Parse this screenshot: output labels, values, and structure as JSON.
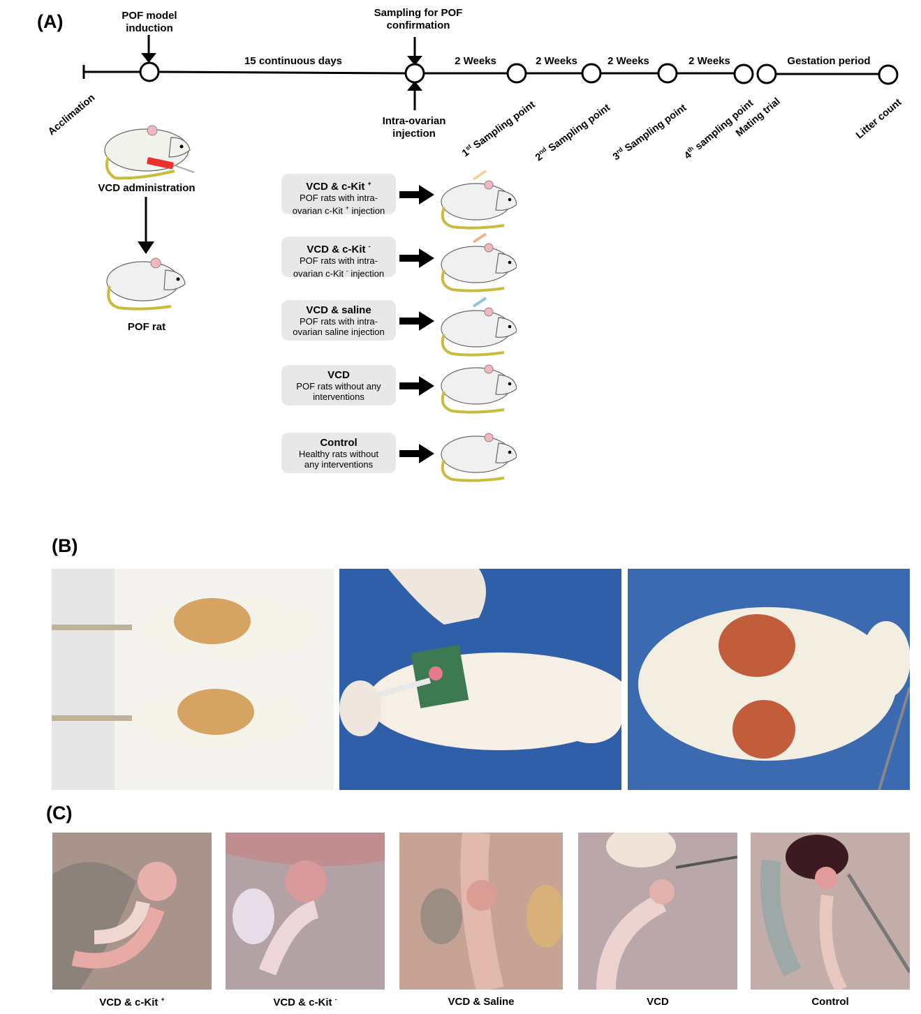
{
  "panel_labels": {
    "a": "(A)",
    "b": "(B)",
    "c": "(C)"
  },
  "timeline": {
    "top_labels": {
      "pof_model_induction": "POF model\ninduction",
      "sampling_for_pof": "Sampling for POF\nconfirmation",
      "fifteen_days": "15 continuous days",
      "weeks_1": "2 Weeks",
      "weeks_2": "2 Weeks",
      "weeks_3": "2 Weeks",
      "weeks_4": "2 Weeks",
      "gestation": "Gestation period"
    },
    "bottom_labels": {
      "acclimation": "Acclimation",
      "intra_ovarian": "Intra-ovarian\ninjection",
      "sp1_num": "1",
      "sp1_sup": "st",
      "sp1_text": " Sampling point",
      "sp2_num": "2",
      "sp2_sup": "nd",
      "sp2_text": " Sampling point",
      "sp3_num": "3",
      "sp3_sup": "rd",
      "sp3_text": " Sampling point",
      "sp4_num": "4",
      "sp4_sup": "th",
      "sp4_text": " sampling point",
      "mating": "Mating trial",
      "litter": "Litter count"
    }
  },
  "left_flow": {
    "vcd_admin": "VCD administration",
    "pof_rat": "POF rat"
  },
  "groups": [
    {
      "title": "VCD & c-Kit",
      "title_sup": "+",
      "desc1": "POF rats with intra-",
      "desc2": "ovarian c-Kit",
      "desc2_sup": "+",
      "desc2_end": " injection",
      "syringe": "#f3d39a"
    },
    {
      "title": "VCD & c-Kit",
      "title_sup": "-",
      "desc1": "POF rats with intra-",
      "desc2": "ovarian c-Kit",
      "desc2_sup": "-",
      "desc2_end": " injection",
      "syringe": "#f0b38a"
    },
    {
      "title": "VCD & saline",
      "title_sup": "",
      "desc1": "POF rats with intra-",
      "desc2": "ovarian saline injection",
      "desc2_sup": "",
      "desc2_end": "",
      "syringe": "#8fc4e0"
    },
    {
      "title": "VCD",
      "title_sup": "",
      "desc1": "POF rats without any",
      "desc2": "interventions",
      "desc2_sup": "",
      "desc2_end": "",
      "syringe": ""
    },
    {
      "title": "Control",
      "title_sup": "",
      "desc1": "Healthy rats without",
      "desc2": "any interventions",
      "desc2_sup": "",
      "desc2_end": "",
      "syringe": ""
    }
  ],
  "captions_c": [
    {
      "main": "VCD & c-Kit ",
      "sup": "+"
    },
    {
      "main": "VCD & c-Kit ",
      "sup": "-"
    },
    {
      "main": "VCD & Saline",
      "sup": ""
    },
    {
      "main": "VCD",
      "sup": ""
    },
    {
      "main": "Control",
      "sup": ""
    }
  ],
  "colors": {
    "line": "#000000",
    "box": "#e8e8e8",
    "rat_body": "#f2f2ec",
    "rat_tail": "#e6dc6a",
    "injection": "#e8322a",
    "blue_drape": "#2f5fa8",
    "tissue": "#e8b4ad",
    "iodine": "#b8431d"
  }
}
